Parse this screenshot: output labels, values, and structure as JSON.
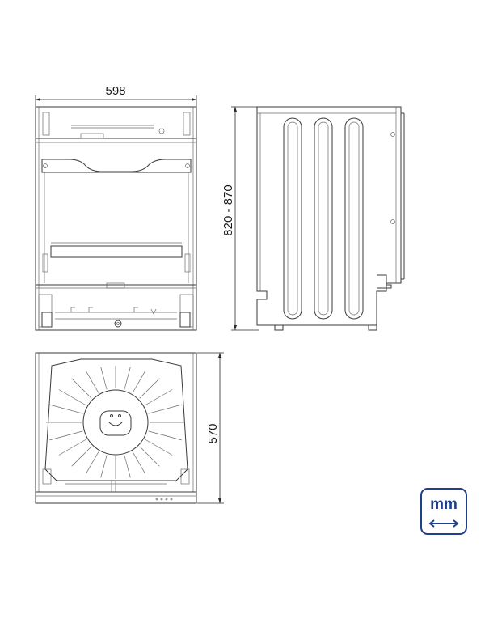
{
  "front_view": {
    "width_label": "598"
  },
  "side_view": {
    "height_label": "820 - 870"
  },
  "top_view": {
    "depth_label": "570"
  },
  "unit_badge": {
    "label": "mm",
    "icon": "double-arrow-icon",
    "color": "#1f3f8a"
  }
}
